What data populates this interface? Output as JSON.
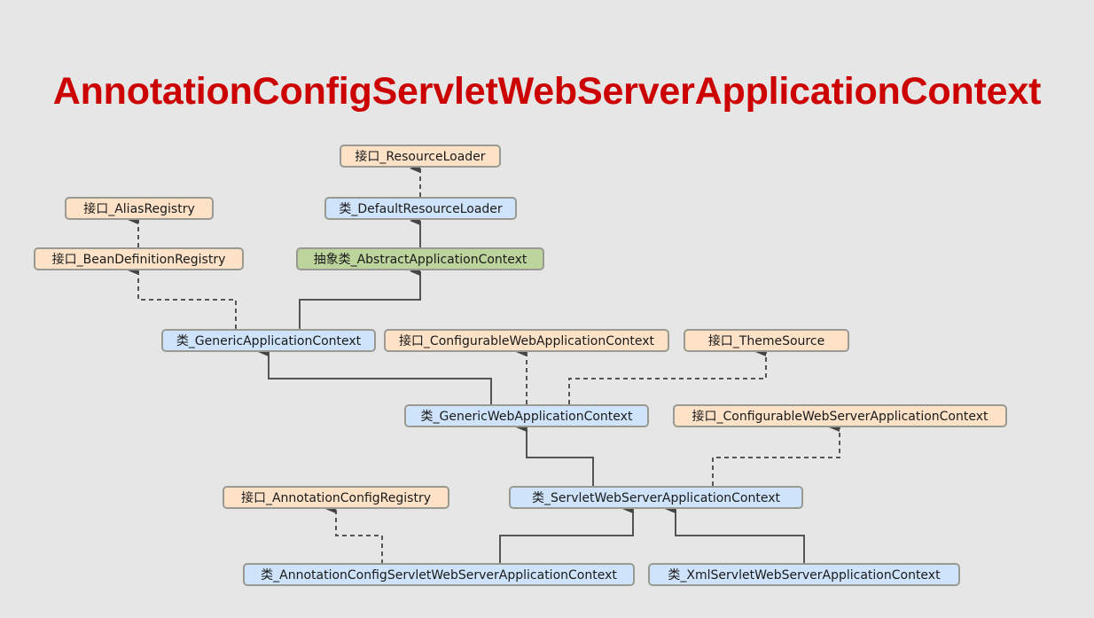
{
  "title": "AnnotationConfigServletWebServerApplicationContext",
  "colors": {
    "title": "#cc0000",
    "interface_fill": "#fde2c8",
    "class_fill": "#cfe4fb",
    "abstract_fill": "#bdd49c",
    "border": "#9a9a92",
    "line": "#555555"
  },
  "nodes": {
    "resource_loader": "接口_ResourceLoader",
    "default_resource_loader": "类_DefaultResourceLoader",
    "abstract_application_context": "抽象类_AbstractApplicationContext",
    "alias_registry": "接口_AliasRegistry",
    "bean_definition_registry": "接口_BeanDefinitionRegistry",
    "generic_application_context": "类_GenericApplicationContext",
    "configurable_web_application_context": "接口_ConfigurableWebApplicationContext",
    "theme_source": "接口_ThemeSource",
    "generic_web_application_context": "类_GenericWebApplicationContext",
    "configurable_web_server_application_context": "接口_ConfigurableWebServerApplicationContext",
    "annotation_config_registry": "接口_AnnotationConfigRegistry",
    "servlet_web_server_application_context": "类_ServletWebServerApplicationContext",
    "annotation_config_servlet_web_server_application_context": "类_AnnotationConfigServletWebServerApplicationContext",
    "xml_servlet_web_server_application_context": "类_XmlServletWebServerApplicationContext"
  }
}
